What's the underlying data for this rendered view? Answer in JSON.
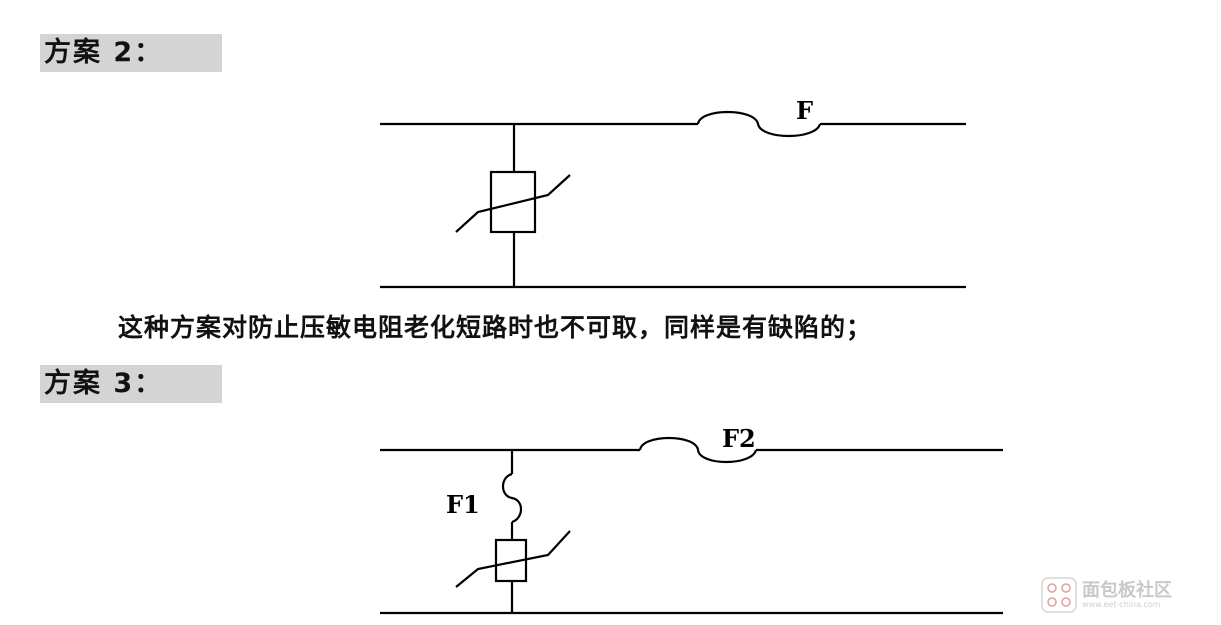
{
  "scheme2": {
    "title": "方案 2：",
    "fuse_label": "F"
  },
  "note": "这种方案对防止压敏电阻老化短路时也不可取，同样是有缺陷的；",
  "scheme3": {
    "title": "方案 3：",
    "fuse1_label": "F1",
    "fuse2_label": "F2"
  },
  "watermark": {
    "text": "面包板社区",
    "subtext": "www.eet-china.com"
  },
  "colors": {
    "label_background": "#d4d4d4",
    "ink": "#000000",
    "watermark": "#c9c9c9"
  }
}
